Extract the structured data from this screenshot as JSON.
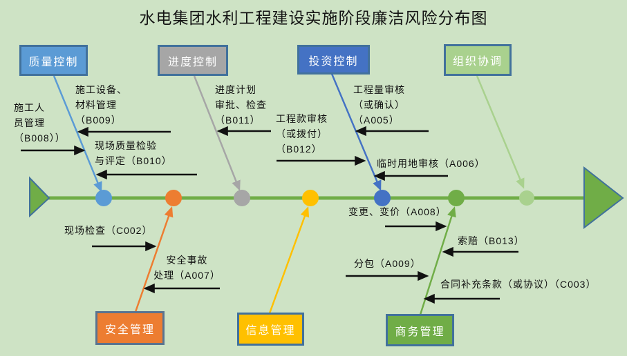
{
  "title": "水电集团水利工程建设实施阶段廉洁风险分布图",
  "colors": {
    "background": "#CEE3C5",
    "spine": "#70AD47",
    "spine_arrow_border": "#41719C",
    "box_border": "#41719C",
    "black_arrow": "#111111",
    "label_text": "#111111",
    "box_text": "#FFFFFF"
  },
  "categories": {
    "top": [
      {
        "id": "quality",
        "label": "质量控制",
        "fill": "#5B9BD5"
      },
      {
        "id": "schedule",
        "label": "进度控制",
        "fill": "#A6A6A6"
      },
      {
        "id": "investment",
        "label": "投资控制",
        "fill": "#4472C4"
      },
      {
        "id": "coordination",
        "label": "组织协调",
        "fill": "#A9D18E"
      }
    ],
    "bottom": [
      {
        "id": "safety",
        "label": "安全管理",
        "fill": "#ED7D31"
      },
      {
        "id": "information",
        "label": "信息管理",
        "fill": "#FFC000"
      },
      {
        "id": "business",
        "label": "商务管理",
        "fill": "#70AD47"
      }
    ]
  },
  "risk_labels": {
    "b008": "施工人\n员管理\n（B008））",
    "b009": "施工设备、\n材料管理\n（B009）",
    "b010": "现场质量检验\n与评定（B010）",
    "b011": "进度计划\n审批、检查\n（B011）",
    "b012": "工程款审核\n（或拨付）\n（B012）",
    "a005": "工程量审核\n（或确认）\n（A005）",
    "a006": "临时用地审核（A006）",
    "a008": "变更、变价（A008）",
    "c002": "现场检查（C002）",
    "a007": "安全事故\n处理（A007）",
    "b013": "索赔（B013）",
    "a009": "分包（A009）",
    "c003": "合同补充条款（或协议）（C003）"
  }
}
